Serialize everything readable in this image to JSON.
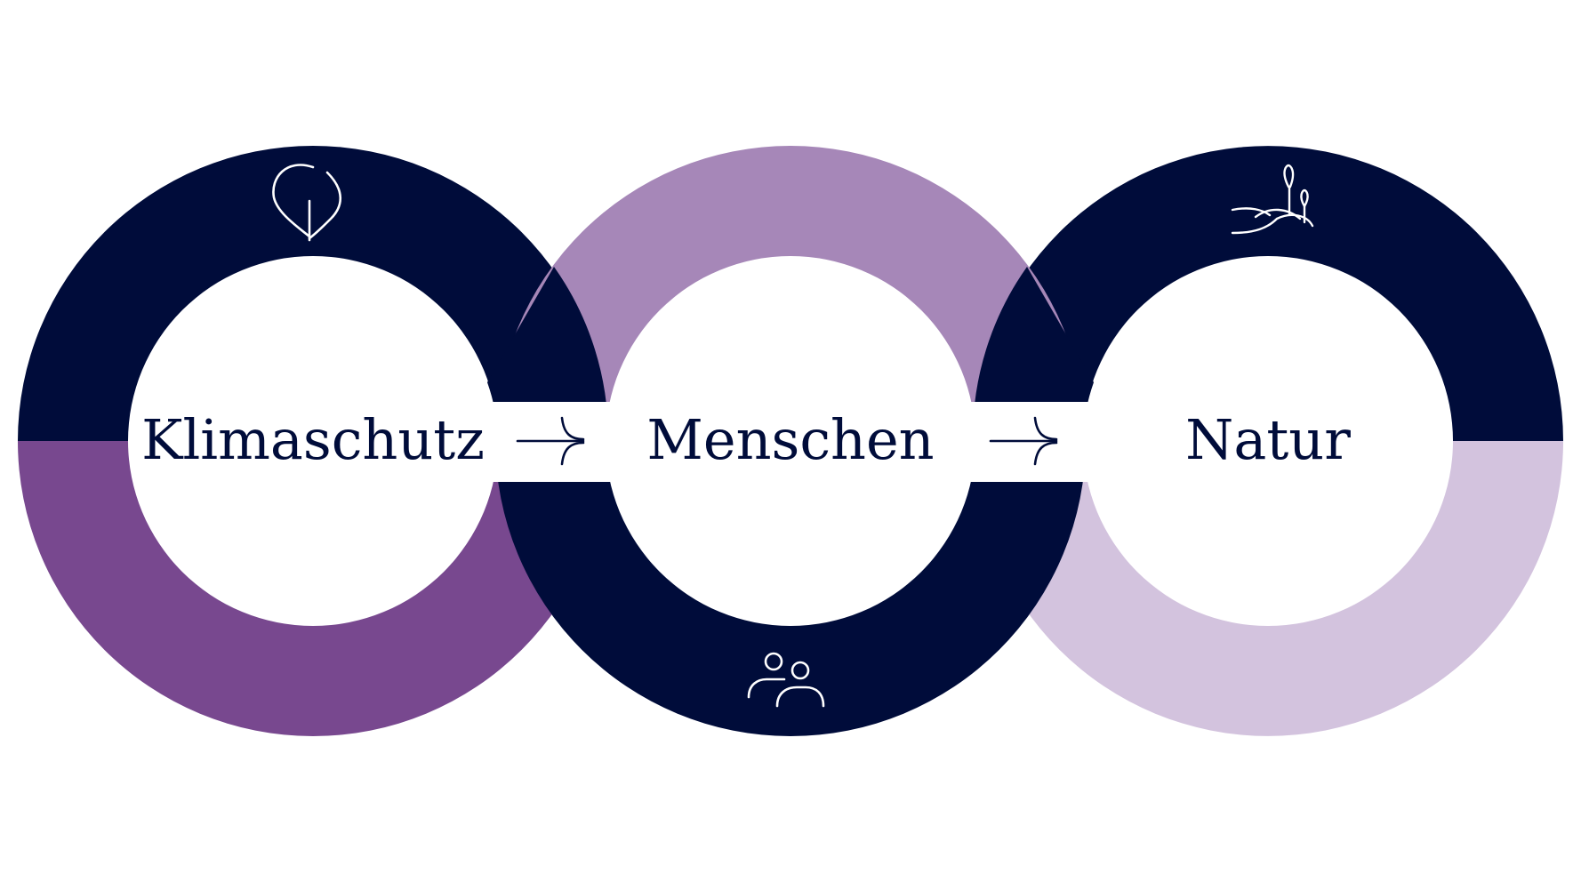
{
  "colors": {
    "navy": "#000c3a",
    "purple_dark": "#78488f",
    "purple_mid": "#a687b8",
    "purple_light": "#d3c3de",
    "background": "#ffffff"
  },
  "nodes": [
    {
      "label": "Klimaschutz",
      "icon": "leaf-icon",
      "top_color": "#000c3a",
      "bottom_color": "#78488f"
    },
    {
      "label": "Menschen",
      "icon": "people-icon",
      "top_color": "#a687b8",
      "bottom_color": "#000c3a"
    },
    {
      "label": "Natur",
      "icon": "landscape-trees-icon",
      "top_color": "#000c3a",
      "bottom_color": "#d3c3de"
    }
  ],
  "connectors": [
    {
      "icon": "merge-arrow-icon"
    },
    {
      "icon": "merge-arrow-icon"
    }
  ]
}
